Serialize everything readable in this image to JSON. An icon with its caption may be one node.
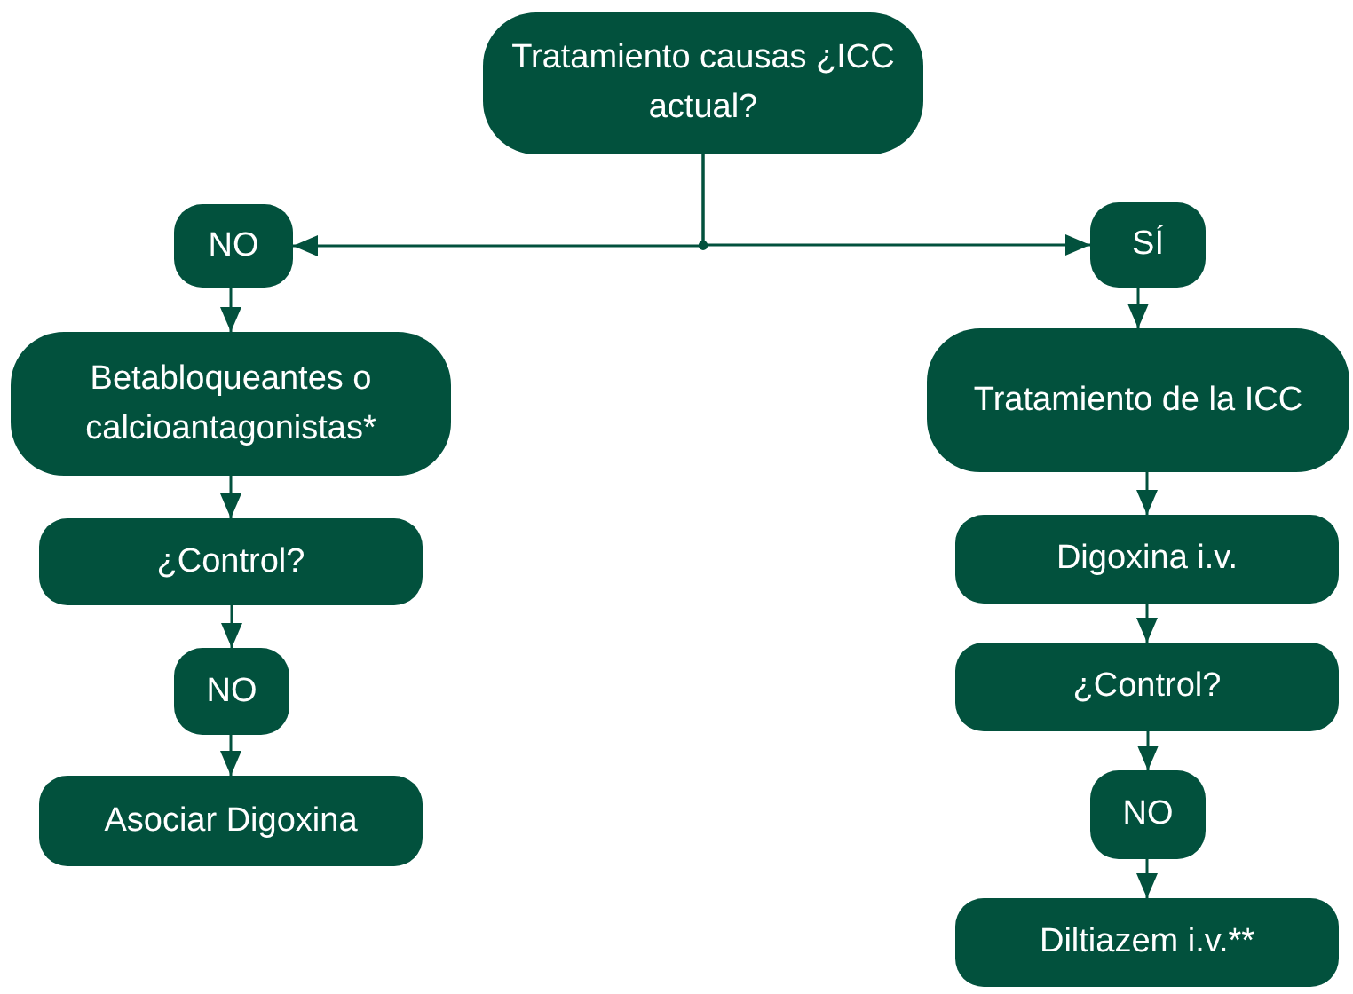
{
  "diagram": {
    "nodes": [
      {
        "text": [
          "Tratamiento causas ¿ICC actual?"
        ]
      },
      {
        "text": [
          "NO"
        ]
      },
      {
        "text": [
          "SÍ"
        ]
      },
      {
        "text": [
          "Betabloqueantes o calcioantagonistas*"
        ]
      },
      {
        "text": [
          "¿Control?"
        ]
      },
      {
        "text": [
          "NO"
        ]
      },
      {
        "text": [
          "Asociar Digoxina"
        ]
      },
      {
        "text": [
          "Tratamiento de la ICC"
        ]
      },
      {
        "text": [
          "Digoxina i.v."
        ]
      },
      {
        "text": [
          "¿Control?"
        ]
      },
      {
        "text": [
          "NO"
        ]
      },
      {
        "text": [
          "Diltiazem i.v.**"
        ]
      }
    ],
    "edges": [
      {
        "from": 0,
        "to": 1,
        "arrow": "to"
      },
      {
        "from": 0,
        "to": 2,
        "arrow": "to"
      },
      {
        "from": 1,
        "to": 3,
        "arrow": "to"
      },
      {
        "from": 3,
        "to": 4,
        "arrow": "to"
      },
      {
        "from": 4,
        "to": 5,
        "arrow": "to"
      },
      {
        "from": 5,
        "to": 6,
        "arrow": "to"
      },
      {
        "from": 2,
        "to": 7,
        "arrow": "to"
      },
      {
        "from": 7,
        "to": 8,
        "arrow": "to"
      },
      {
        "from": 8,
        "to": 9,
        "arrow": "to"
      },
      {
        "from": 9,
        "to": 10,
        "arrow": "to"
      },
      {
        "from": 10,
        "to": 11,
        "arrow": "to"
      }
    ]
  }
}
